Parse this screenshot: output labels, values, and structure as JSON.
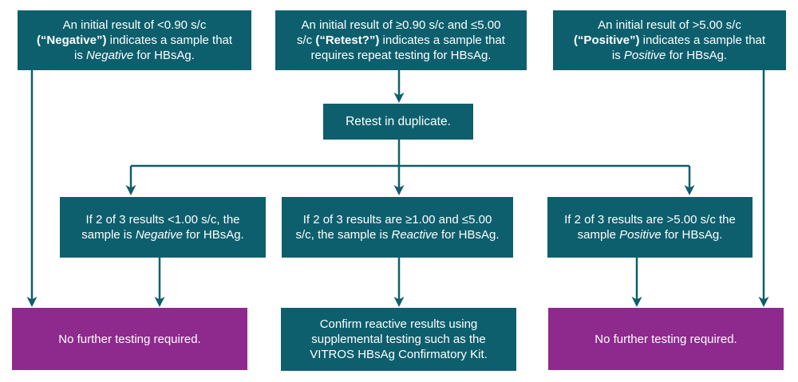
{
  "colors": {
    "teal": "#0E5F6D",
    "purple": "#8E2A8D",
    "text": "#FFFFFF",
    "background": "#FFFFFF"
  },
  "nodes": {
    "initial_negative": {
      "segments": [
        {
          "t": "An initial result of <0.90 s/c\n"
        },
        {
          "t": "(“Negative”)",
          "b": true
        },
        {
          "t": " indicates a sample that\nis "
        },
        {
          "t": "Negative",
          "i": true
        },
        {
          "t": " for HBsAg."
        }
      ]
    },
    "initial_retest": {
      "segments": [
        {
          "t": "An initial result of ≥0.90 s/c and ≤5.00\ns/c "
        },
        {
          "t": "(“Retest?”)",
          "b": true
        },
        {
          "t": " indicates a sample that\nrequires repeat testing for HBsAg."
        }
      ]
    },
    "initial_positive": {
      "segments": [
        {
          "t": "An initial result of >5.00 s/c\n"
        },
        {
          "t": "(“Positive”)",
          "b": true
        },
        {
          "t": " indicates a sample that\nis "
        },
        {
          "t": "Positive",
          "i": true
        },
        {
          "t": " for HBsAg."
        }
      ]
    },
    "retest_duplicate": {
      "segments": [
        {
          "t": "Retest in duplicate."
        }
      ]
    },
    "repeat_negative": {
      "segments": [
        {
          "t": "If 2 of 3 results <1.00 s/c, the\nsample is "
        },
        {
          "t": "Negative",
          "i": true
        },
        {
          "t": " for HBsAg."
        }
      ]
    },
    "repeat_reactive": {
      "segments": [
        {
          "t": "If 2 of 3 results are ≥1.00 and ≤5.00\ns/c, the sample is "
        },
        {
          "t": "Reactive",
          "i": true
        },
        {
          "t": " for HBsAg."
        }
      ]
    },
    "repeat_positive": {
      "segments": [
        {
          "t": "If 2 of 3 results are >5.00 s/c the\nsample "
        },
        {
          "t": "Positive",
          "i": true
        },
        {
          "t": " for HBsAg."
        }
      ]
    },
    "no_further_left": {
      "segments": [
        {
          "t": "No further testing required."
        }
      ]
    },
    "confirm_reactive": {
      "segments": [
        {
          "t": "Confirm reactive results using\nsupplemental testing such as the\nVITROS HBsAg Confirmatory Kit."
        }
      ]
    },
    "no_further_right": {
      "segments": [
        {
          "t": "No further testing required."
        }
      ]
    }
  }
}
